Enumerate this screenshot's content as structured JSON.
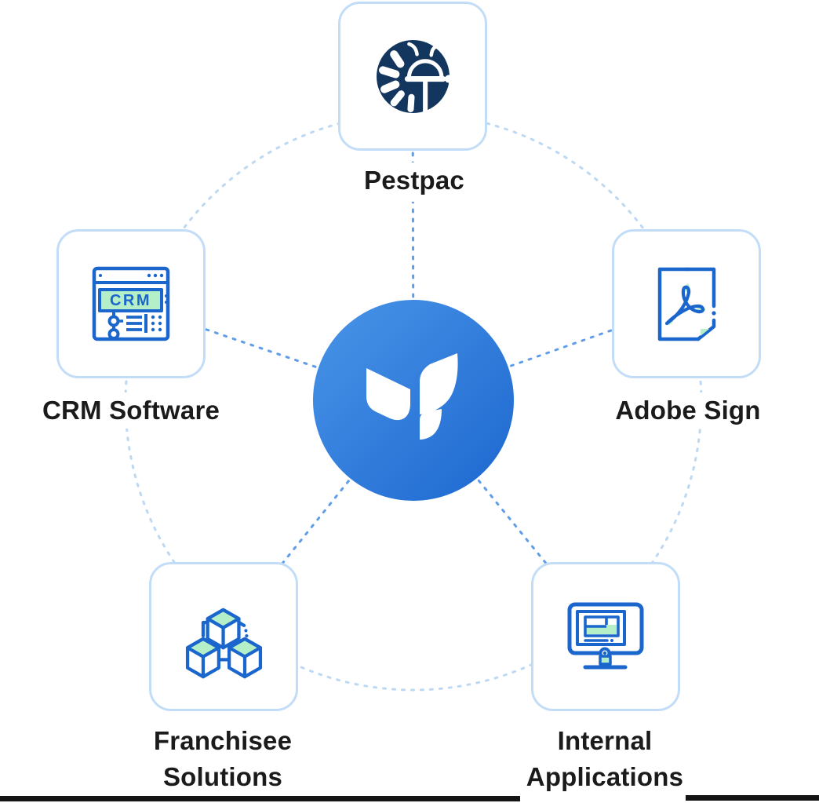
{
  "diagram_title": "Integrations hub diagram",
  "center": {
    "logo": "fieldroutes-leaf-logo"
  },
  "nodes": [
    {
      "label": "Pestpac",
      "icon": "pest-bug-icon"
    },
    {
      "label": "CRM Software",
      "icon": "crm-browser-icon"
    },
    {
      "label": "Adobe Sign",
      "icon": "pdf-document-icon"
    },
    {
      "label": "Franchisee Solutions",
      "icon": "linked-cubes-icon"
    },
    {
      "label": "Internal Applications",
      "icon": "desktop-monitor-icon"
    }
  ],
  "crm_icon_text": "CRM",
  "colors": {
    "card_border": "#c3ddf8",
    "card_bg": "#ffffff",
    "icon_blue": "#1a66cc",
    "icon_green": "#b5efc8",
    "pest_navy": "#12365e",
    "radial_line": "#5f9de9",
    "orbit_circle": "#bdd8f3",
    "center_grad_start": "#4a95e8",
    "center_grad_end": "#1c67cf",
    "label_color": "#1b1b1b",
    "divider_black": "#141414"
  }
}
